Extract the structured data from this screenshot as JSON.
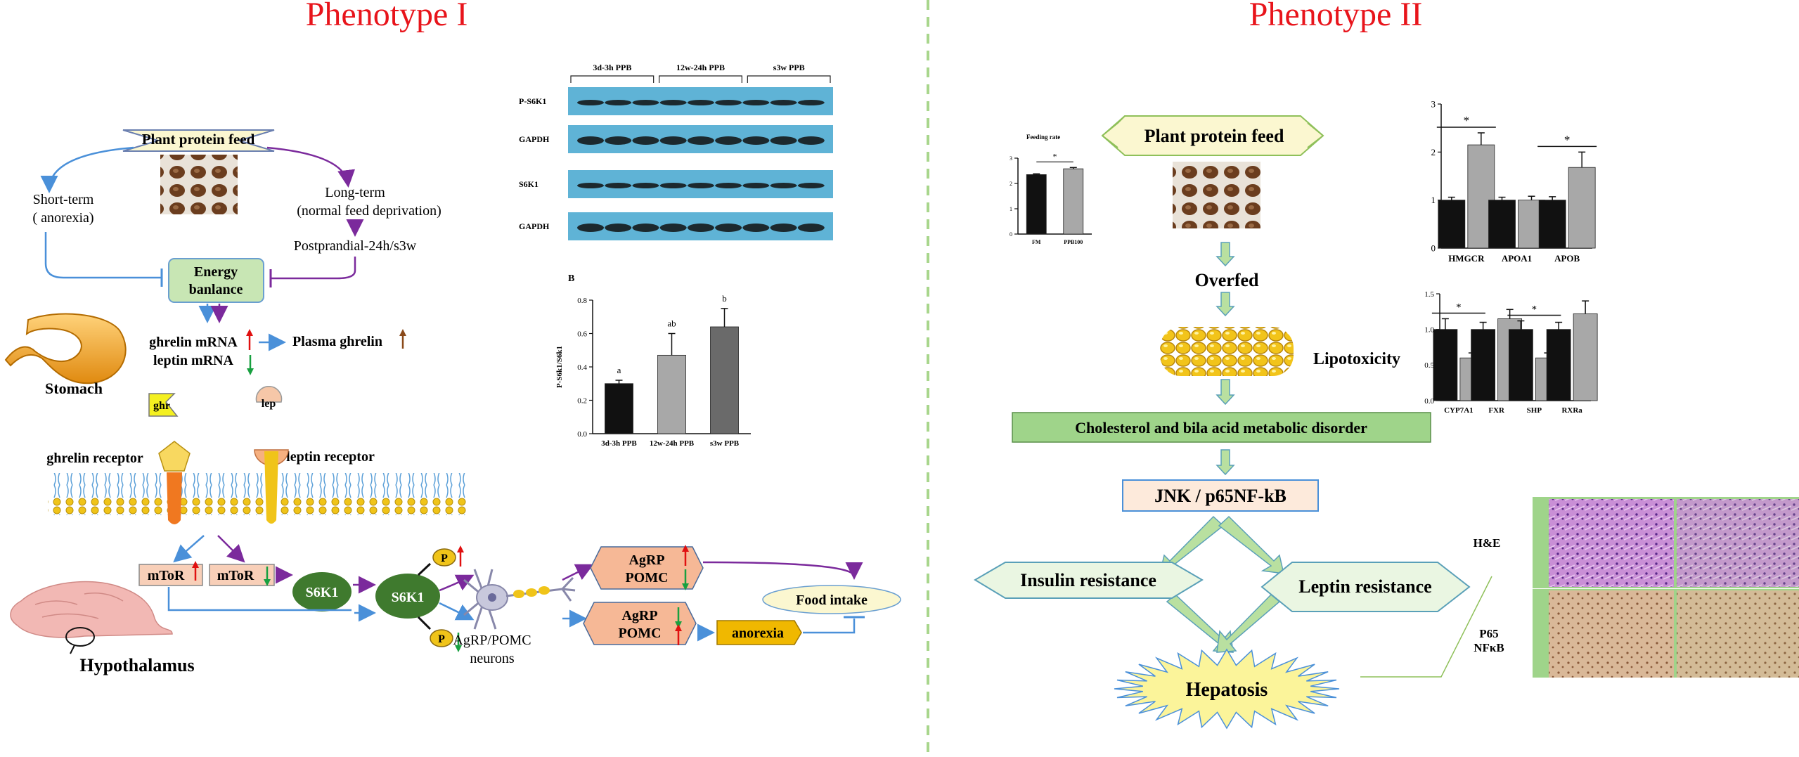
{
  "panel_left": {
    "title": "Phenotype I",
    "feed_label": "Plant protein feed",
    "short_term": "Short-term",
    "anorexia_paren": "( anorexia)",
    "long_term": "Long-term",
    "deprivation": "(normal feed deprivation)",
    "postprandial": "Postprandial-24h/s3w",
    "energy_line1": "Energy",
    "energy_line2": "banlance",
    "stomach": "Stomach",
    "ghrelin_mrna": "ghrelin mRNA",
    "leptin_mrna": "leptin mRNA",
    "plasma_ghrelin": "Plasma ghrelin",
    "ghr": "ghr",
    "lep": "lep",
    "ghrelin_receptor": "ghrelin receptor",
    "leptin_receptor": "leptin receptor",
    "mtor": "mToR",
    "s6k1": "S6K1",
    "p": "P",
    "agrp": "AgRP",
    "pomc": "POMC",
    "neurons_line1": "AgRP/POMC",
    "neurons_line2": "neurons",
    "food_intake": "Food intake",
    "anorexia": "anorexia",
    "hypothalamus": "Hypothalamus"
  },
  "western_blot": {
    "groups": [
      "3d-3h PPB",
      "12w-24h PPB",
      "s3w PPB"
    ],
    "rows": [
      "P-S6K1",
      "GAPDH",
      "S6K1",
      "GAPDH"
    ],
    "colors": {
      "membrane": "#5fb3d6",
      "band": "#111111"
    }
  },
  "panel_right": {
    "title": "Phenotype II",
    "feed_label": "Plant protein feed",
    "overfed": "Overfed",
    "lipotoxicity": "Lipotoxicity",
    "cholesterol": "Cholesterol and bila acid metabolic disorder",
    "jnk": "JNK / p65NF-kB",
    "insulin": "Insulin resistance",
    "leptin": "Leptin resistance",
    "hepatosis": "Hepatosis",
    "he": "H&E",
    "p65_line1": "P65",
    "p65_line2": "NFκB"
  },
  "colors": {
    "title_red": "#e8141b",
    "green_box": "#c8e6b4",
    "star_fill": "#fbf7d0",
    "s6k1_green": "#3f7a2e",
    "divider": "#a8d68c",
    "blue_arrow": "#4a90d9",
    "purple_arrow": "#7b2a9c"
  },
  "chart_data": [
    {
      "type": "bar",
      "title": "B",
      "categories": [
        "3d-3h PPB",
        "12w-24h PPB",
        "s3w PPB"
      ],
      "values": [
        0.3,
        0.47,
        0.64
      ],
      "errors": [
        0.02,
        0.13,
        0.11
      ],
      "letters": [
        "a",
        "ab",
        "b"
      ],
      "colors": [
        "#111111",
        "#a8a8a8",
        "#6a6a6a"
      ],
      "ylabel": "P-S6k1/S6k1",
      "ylim": [
        0,
        0.8
      ],
      "yticks": [
        "0.0",
        "0.2",
        "0.4",
        "0.6",
        "0.8"
      ]
    },
    {
      "type": "bar",
      "title": "Feeding rate",
      "categories": [
        "FM",
        "PPB100"
      ],
      "values": [
        2.35,
        2.58
      ],
      "errors": [
        0.03,
        0.05
      ],
      "colors": [
        "#111111",
        "#a8a8a8"
      ],
      "sig": [
        "*"
      ],
      "ylim": [
        0,
        3
      ],
      "yticks": [
        "0",
        "1",
        "2",
        "3"
      ]
    },
    {
      "type": "bar",
      "categories": [
        "HMGCR",
        "APOA1",
        "APOB"
      ],
      "series": [
        {
          "values": [
            1.0,
            1.0,
            1.0
          ],
          "errors": [
            0.06,
            0.06,
            0.07
          ],
          "color": "#111111"
        },
        {
          "values": [
            2.15,
            1.0,
            1.68
          ],
          "errors": [
            0.25,
            0.08,
            0.32
          ],
          "color": "#a8a8a8"
        }
      ],
      "sig": [
        "*",
        "",
        "*"
      ],
      "ylim": [
        0,
        3
      ],
      "yticks": [
        "0",
        "1",
        "2",
        "3"
      ]
    },
    {
      "type": "bar",
      "categories": [
        "CYP7A1",
        "FXR",
        "SHP",
        "RXRa"
      ],
      "series": [
        {
          "values": [
            1.0,
            1.0,
            1.0,
            1.0
          ],
          "errors": [
            0.15,
            0.1,
            0.12,
            0.1
          ],
          "color": "#111111"
        },
        {
          "values": [
            0.6,
            1.15,
            0.6,
            1.22
          ],
          "errors": [
            0.07,
            0.13,
            0.07,
            0.18
          ],
          "color": "#a8a8a8"
        }
      ],
      "sig": [
        "*",
        "",
        "*",
        ""
      ],
      "ylim": [
        0,
        1.5
      ],
      "yticks": [
        "0.0",
        "0.5",
        "1.0",
        "1.5"
      ]
    }
  ]
}
